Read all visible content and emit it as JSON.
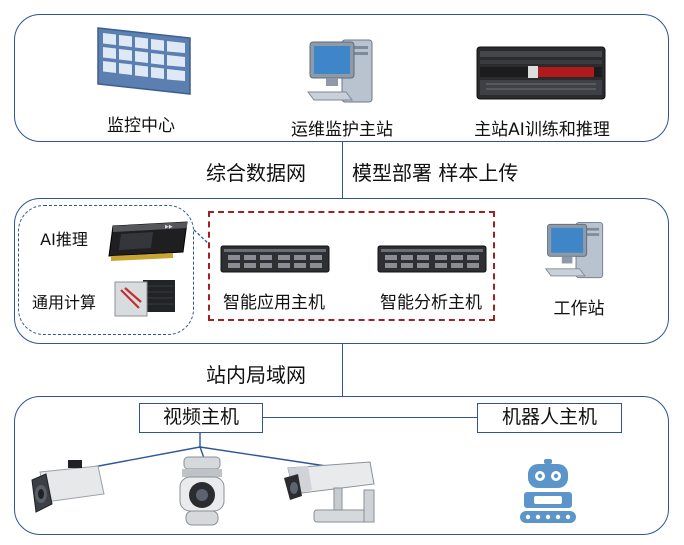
{
  "top_panel": {
    "monitor_center": "监控中心",
    "ops_station": "运维监护主站",
    "ai_training": "主站AI训练和推理"
  },
  "links": {
    "integrated_network": "综合数据网",
    "model_deploy_upload": "模型部署 样本上传",
    "station_lan": "站内局域网"
  },
  "middle_panel": {
    "ai_inference": "AI推理",
    "general_compute": "通用计算",
    "smart_app_host": "智能应用主机",
    "smart_analysis_host": "智能分析主机",
    "workstation": "工作站"
  },
  "bottom_panel": {
    "video_host": "视频主机",
    "robot_host": "机器人主机"
  }
}
